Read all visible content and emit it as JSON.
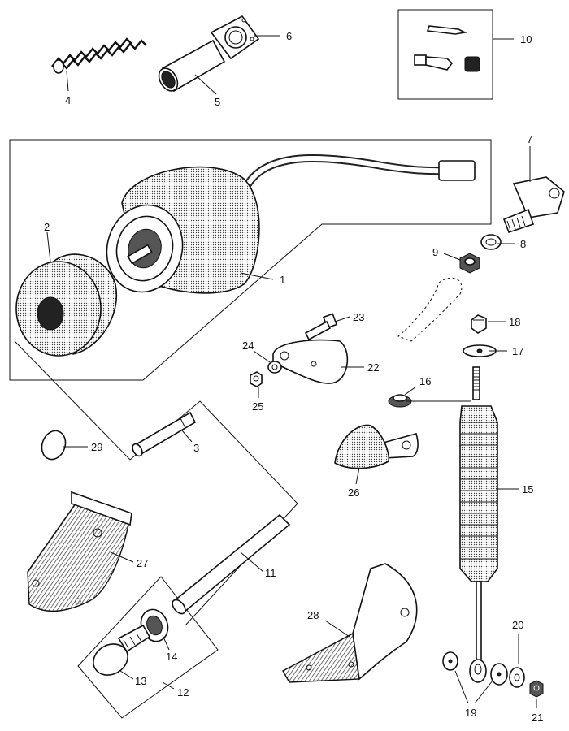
{
  "callouts": {
    "c1": "1",
    "c2": "2",
    "c3": "3",
    "c4": "4",
    "c5": "5",
    "c6": "6",
    "c7": "7",
    "c8": "8",
    "c9": "9",
    "c10": "10",
    "c11": "11",
    "c12": "12",
    "c13": "13",
    "c14": "14",
    "c15": "15",
    "c16": "16",
    "c17": "17",
    "c18": "18",
    "c19": "19",
    "c20": "20",
    "c21": "21",
    "c22": "22",
    "c23": "23",
    "c24": "24",
    "c25": "25",
    "c26": "26",
    "c27": "27",
    "c28": "28",
    "c29": "29"
  }
}
